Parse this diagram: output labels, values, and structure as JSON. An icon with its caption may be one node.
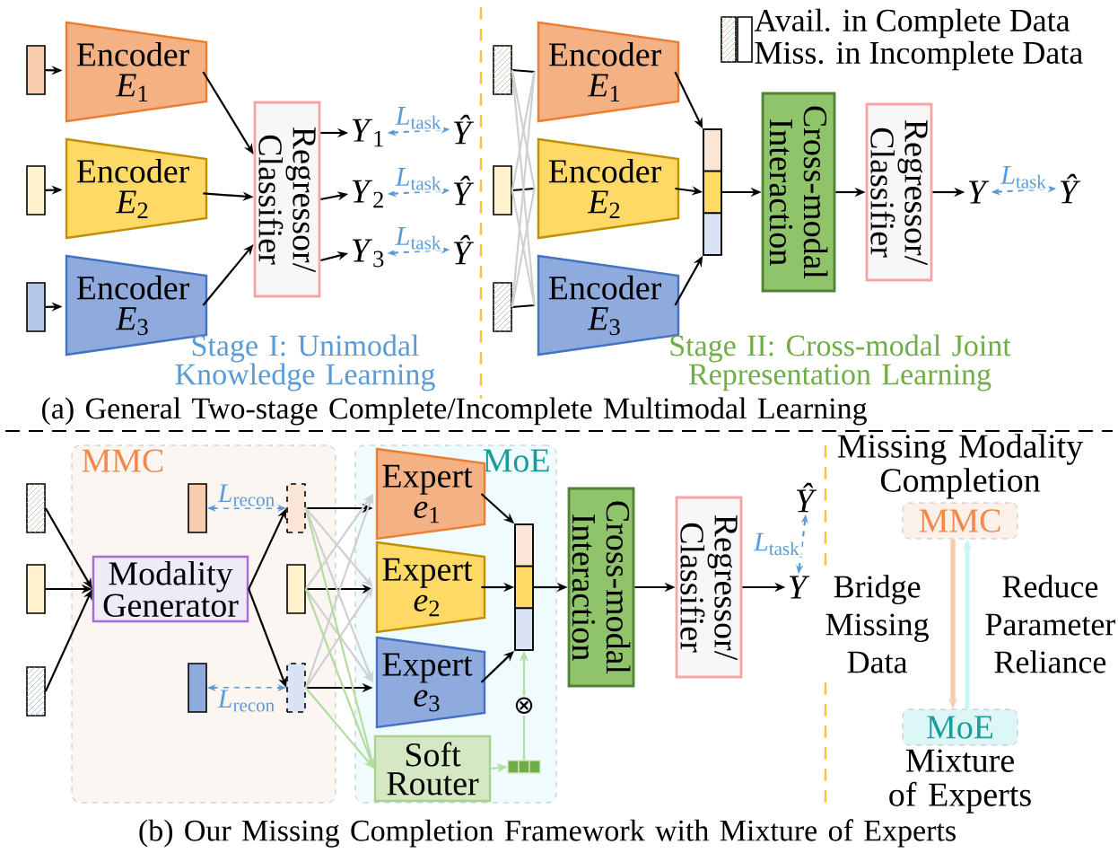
{
  "diagram": {
    "nodes": [
      {
        "text": [],
        "shape": "bar"
      },
      {
        "text": [
          "Encoder",
          "*E*$_{1}$"
        ]
      },
      {
        "text": [],
        "shape": "bar"
      },
      {
        "text": [
          "Encoder",
          "*E*$_{2}$"
        ]
      },
      {
        "text": [],
        "shape": "bar"
      },
      {
        "text": [
          "Encoder",
          "*E*$_{3}$"
        ]
      },
      {
        "text": [
          "Regressor/ Classifier"
        ]
      },
      {
        "text": [
          "*Y*$_{1}$"
        ]
      },
      {
        "text": [
          "*Ŷ*"
        ]
      },
      {
        "text": [
          "*Y*$_{2}$"
        ]
      },
      {
        "text": [
          "*Ŷ*"
        ]
      },
      {
        "text": [
          "*Y*$_{3}$"
        ]
      },
      {
        "text": [
          "*Ŷ*"
        ]
      },
      {
        "text": [],
        "shape": "bar"
      },
      {
        "text": [
          "Encoder",
          "*E*$_{1}$"
        ]
      },
      {
        "text": [],
        "shape": "bar"
      },
      {
        "text": [
          "Encoder",
          "*E*$_{2}$"
        ]
      },
      {
        "text": [],
        "shape": "bar"
      },
      {
        "text": [
          "Encoder",
          "*E*$_{3}$"
        ]
      },
      {
        "text": [],
        "shape": "bar"
      },
      {
        "text": [
          "Cross-modal Interaction"
        ]
      },
      {
        "text": [
          "Regressor/ Classifier"
        ]
      },
      {
        "text": [
          "*Y*"
        ]
      },
      {
        "text": [
          "*Ŷ*"
        ]
      },
      {
        "text": [
          "MMC"
        ]
      },
      {
        "text": [],
        "shape": "bar"
      },
      {
        "text": [],
        "shape": "bar"
      },
      {
        "text": [],
        "shape": "bar"
      },
      {
        "text": [
          "Modality Generator"
        ],
        "in": 24
      },
      {
        "text": [],
        "shape": "bar",
        "in": 24
      },
      {
        "text": [],
        "shape": "bar",
        "in": 24
      },
      {
        "text": [],
        "shape": "bar",
        "in": 24
      },
      {
        "text": [],
        "shape": "bar",
        "in": 24
      },
      {
        "text": [],
        "shape": "bar",
        "in": 24
      },
      {
        "text": [
          "MoE"
        ]
      },
      {
        "text": [
          "Expert",
          "*e*$_{1}$"
        ],
        "in": 34
      },
      {
        "text": [
          "Expert",
          "*e*$_{2}$"
        ],
        "in": 34
      },
      {
        "text": [
          "Expert",
          "*e*$_{3}$"
        ],
        "in": 34
      },
      {
        "text": [
          "Soft Router"
        ],
        "in": 34
      },
      {
        "text": [],
        "shape": "bar",
        "in": 34
      },
      {
        "text": [],
        "shape": "bar",
        "in": 34
      },
      {
        "text": [
          "Cross-modal Interaction"
        ]
      },
      {
        "text": [
          "Regressor/ Classifier"
        ]
      },
      {
        "text": [
          "*Y*"
        ]
      },
      {
        "text": [
          "*Ŷ*"
        ]
      },
      {
        "text": [
          "Missing Modality Completion",
          "MMC"
        ]
      },
      {
        "text": [
          "MoE",
          "Mixture of Experts"
        ]
      }
    ],
    "edges": [
      {
        "from": 0,
        "to": 1,
        "arrow": "to"
      },
      {
        "from": 2,
        "to": 3,
        "arrow": "to"
      },
      {
        "from": 4,
        "to": 5,
        "arrow": "to"
      },
      {
        "from": 1,
        "to": 6,
        "arrow": "to"
      },
      {
        "from": 3,
        "to": 6,
        "arrow": "to"
      },
      {
        "from": 5,
        "to": 6,
        "arrow": "to"
      },
      {
        "from": 6,
        "to": 7,
        "arrow": "to"
      },
      {
        "from": 6,
        "to": 9,
        "arrow": "to"
      },
      {
        "from": 6,
        "to": 11,
        "arrow": "to"
      },
      {
        "from": 7,
        "to": 8,
        "arrow": "both",
        "style": "dashed",
        "color": "#5b9bd5",
        "label": "*L*$_{task}$"
      },
      {
        "from": 9,
        "to": 10,
        "arrow": "both",
        "style": "dashed",
        "color": "#5b9bd5",
        "label": "*L*$_{task}$"
      },
      {
        "from": 11,
        "to": 12,
        "arrow": "both",
        "style": "dashed",
        "color": "#5b9bd5",
        "label": "*L*$_{task}$"
      },
      {
        "from": 13,
        "to": 14,
        "arrow": "none"
      },
      {
        "from": 15,
        "to": 16,
        "arrow": "none"
      },
      {
        "from": 17,
        "to": 18,
        "arrow": "none"
      },
      {
        "from": 13,
        "to": 16,
        "arrow": "none",
        "color": "#d0d0d0"
      },
      {
        "from": 13,
        "to": 18,
        "arrow": "none",
        "color": "#d0d0d0"
      },
      {
        "from": 15,
        "to": 14,
        "arrow": "none",
        "color": "#d0d0d0"
      },
      {
        "from": 15,
        "to": 18,
        "arrow": "none",
        "color": "#d0d0d0"
      },
      {
        "from": 17,
        "to": 14,
        "arrow": "none",
        "color": "#d0d0d0"
      },
      {
        "from": 17,
        "to": 16,
        "arrow": "none",
        "color": "#d0d0d0"
      },
      {
        "from": 14,
        "to": 19,
        "arrow": "to"
      },
      {
        "from": 16,
        "to": 19,
        "arrow": "to"
      },
      {
        "from": 18,
        "to": 19,
        "arrow": "to"
      },
      {
        "from": 19,
        "to": 20,
        "arrow": "to"
      },
      {
        "from": 20,
        "to": 21,
        "arrow": "to"
      },
      {
        "from": 21,
        "to": 22,
        "arrow": "to"
      },
      {
        "from": 22,
        "to": 23,
        "arrow": "both",
        "style": "dashed",
        "color": "#5b9bd5",
        "label": "*L*$_{task}$"
      },
      {
        "from": 25,
        "to": 28,
        "arrow": "to"
      },
      {
        "from": 26,
        "to": 28,
        "arrow": "to"
      },
      {
        "from": 27,
        "to": 28,
        "arrow": "to"
      },
      {
        "from": 28,
        "to": 30,
        "arrow": "to"
      },
      {
        "from": 28,
        "to": 33,
        "arrow": "to"
      },
      {
        "from": 29,
        "to": 30,
        "arrow": "both",
        "style": "dashed",
        "color": "#5b9bd5",
        "label": "*L*$_{recon}$"
      },
      {
        "from": 32,
        "to": 33,
        "arrow": "both",
        "style": "dashed",
        "color": "#5b9bd5",
        "label": "*L*$_{recon}$"
      },
      {
        "from": 30,
        "to": 35,
        "arrow": "to"
      },
      {
        "from": 31,
        "to": 36,
        "arrow": "to"
      },
      {
        "from": 33,
        "to": 37,
        "arrow": "to"
      },
      {
        "from": 30,
        "to": 36,
        "arrow": "to",
        "color": "#d0d0d0"
      },
      {
        "from": 30,
        "to": 37,
        "arrow": "to",
        "color": "#d0d0d0"
      },
      {
        "from": 31,
        "to": 35,
        "arrow": "to",
        "color": "#d0d0d0"
      },
      {
        "from": 31,
        "to": 37,
        "arrow": "to",
        "color": "#d0d0d0"
      },
      {
        "from": 33,
        "to": 35,
        "arrow": "to",
        "color": "#d0d0d0"
      },
      {
        "from": 33,
        "to": 36,
        "arrow": "to",
        "color": "#d0d0d0"
      },
      {
        "from": 30,
        "to": 38,
        "arrow": "to",
        "color": "#b5dca0"
      },
      {
        "from": 31,
        "to": 38,
        "arrow": "to",
        "color": "#b5dca0"
      },
      {
        "from": 33,
        "to": 38,
        "arrow": "to",
        "color": "#b5dca0"
      },
      {
        "from": 35,
        "to": 39,
        "arrow": "to"
      },
      {
        "from": 36,
        "to": 39,
        "arrow": "to"
      },
      {
        "from": 37,
        "to": 39,
        "arrow": "to"
      },
      {
        "from": 38,
        "to": 40,
        "arrow": "to",
        "color": "#b5dca0"
      },
      {
        "from": 40,
        "to": 39,
        "arrow": "to",
        "color": "#b5dca0",
        "label": "⊗"
      },
      {
        "from": 39,
        "to": 41,
        "arrow": "to"
      },
      {
        "from": 41,
        "to": 42,
        "arrow": "to"
      },
      {
        "from": 42,
        "to": 43,
        "arrow": "to"
      },
      {
        "from": 43,
        "to": 44,
        "arrow": "both",
        "style": "dashed",
        "color": "#5b9bd5",
        "label": "*L*$_{task}$"
      },
      {
        "from": 45,
        "to": 46,
        "arrow": "to",
        "style": "thick",
        "color": "#f8cbad",
        "label": "Bridge Missing Data"
      },
      {
        "from": 46,
        "to": 45,
        "arrow": "to",
        "style": "thick",
        "color": "#c8f4f6",
        "label": "Reduce Parameter Reliance"
      }
    ],
    "labels": [
      "Stage I: Unimodal Knowledge Learning",
      "Stage II: Cross-modal Joint Representation Learning",
      "(a) General Two-stage Complete/Incomplete Multimodal Learning",
      "(b) Our Missing Completion Framework with Mixture of Experts"
    ],
    "legend": [
      {
        "text": "Avail. in Complete Data"
      },
      {
        "text": "Miss. in Incomplete Data"
      }
    ]
  }
}
